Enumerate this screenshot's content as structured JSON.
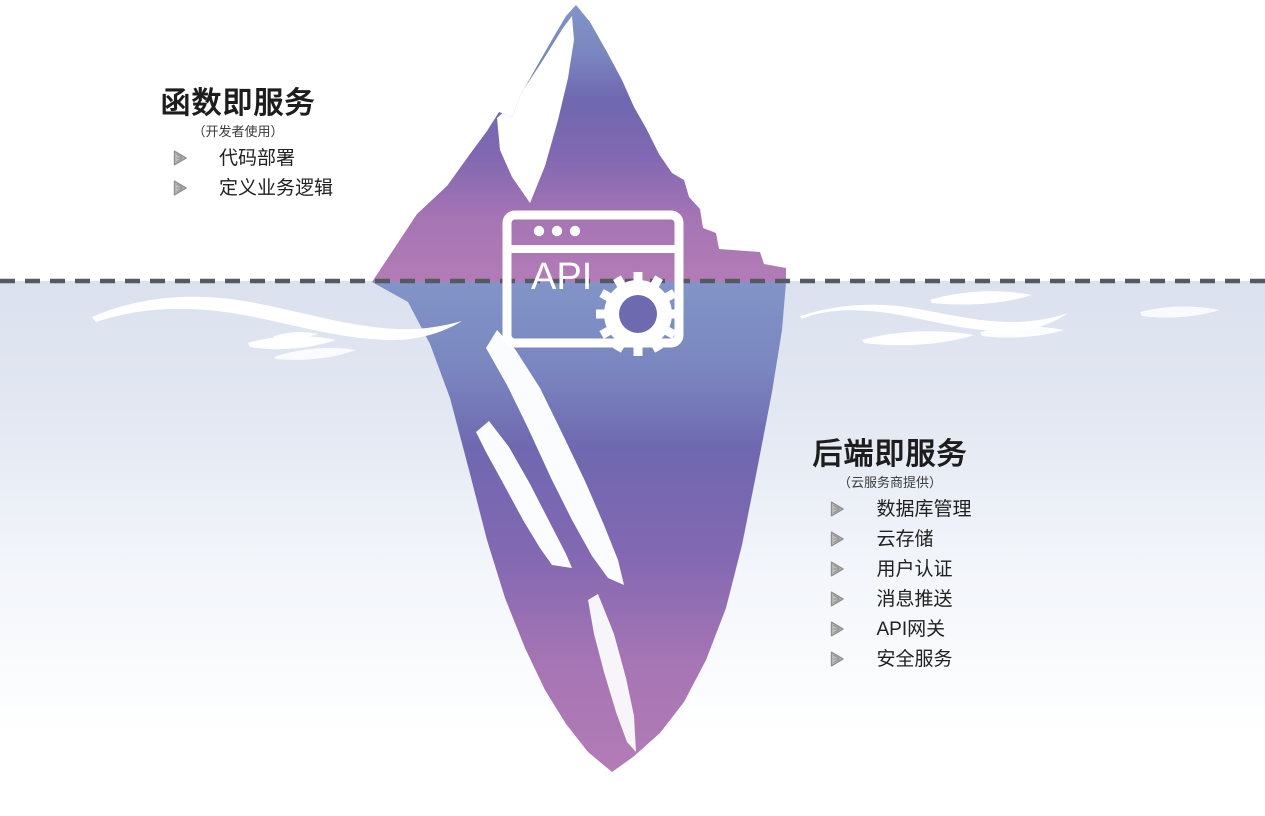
{
  "diagram": {
    "type": "iceberg-infographic",
    "concept": "Serverless architecture iceberg: visible FaaS above the waterline, hidden BaaS below",
    "waterline_label": "dashed-waterline"
  },
  "center_icon": {
    "name": "api-window-icon",
    "label": "API",
    "dots": 3,
    "gear": "gear-icon"
  },
  "above_water": {
    "title": "函数即服务",
    "subtitle": "（开发者使用）",
    "items": [
      {
        "label": "代码部署",
        "bullet": "triangle-bullet-icon"
      },
      {
        "label": "定义业务逻辑",
        "bullet": "triangle-bullet-icon"
      }
    ]
  },
  "below_water": {
    "title": "后端即服务",
    "subtitle": "（云服务商提供）",
    "items": [
      {
        "label": "数据库管理",
        "bullet": "triangle-bullet-icon"
      },
      {
        "label": "云存储",
        "bullet": "triangle-bullet-icon"
      },
      {
        "label": "用户认证",
        "bullet": "triangle-bullet-icon"
      },
      {
        "label": "消息推送",
        "bullet": "triangle-bullet-icon"
      },
      {
        "label": "API网关",
        "bullet": "triangle-bullet-icon"
      },
      {
        "label": "安全服务",
        "bullet": "triangle-bullet-icon"
      }
    ]
  },
  "colors": {
    "iceberg_top": "#7d91c6",
    "iceberg_mid": "#6f68b0",
    "iceberg_bottom": "#b07ab4",
    "water_top": "#dbe1ee",
    "water_bottom": "#ffffff",
    "waterline_dash": "#555a61",
    "wave": "#ffffff",
    "title_text": "#1d1d1d",
    "bullet": "#9a9a9a",
    "icon_white": "#ffffff"
  }
}
